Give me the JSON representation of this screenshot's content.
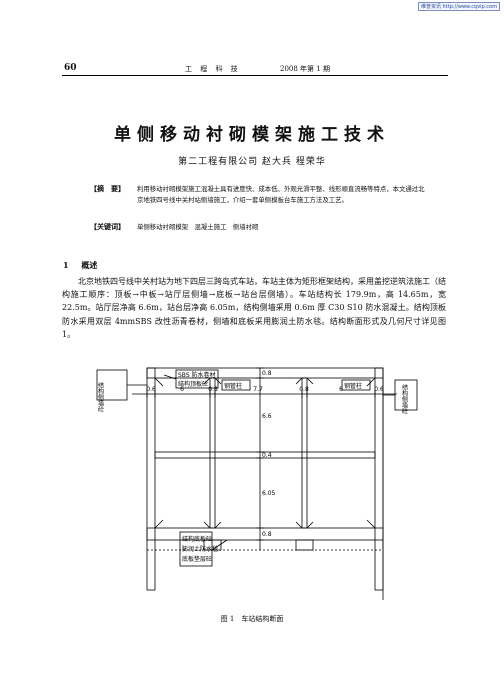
{
  "watermark": "维普资讯 http://www.cqvip.com",
  "header": {
    "page_number": "60",
    "journal": "工 程 科 技",
    "issue": "2008 年第 1 期"
  },
  "article": {
    "title": "单侧移动衬砌模架施工技术",
    "authors": "第二工程有限公司   赵大兵   程荣华",
    "abstract_label": "【摘　要】",
    "abstract_text": "利用移动衬砌模架施工混凝土具有进度快、成本低、外观光滑平整、线形顺直流畅等特点，本文通过北京地铁四号线中关村站侧墙施工，介绍一套单侧模板台车施工方法及工艺。",
    "keywords_label": "【关键词】",
    "keywords_text": "单侧移动衬砌模架　混凝土施工　侧墙衬砌",
    "section_number": "1",
    "section_title": "概述",
    "body_text": "北京地铁四号线中关村站为地下四层三跨岛式车站，车站主体为矩形框架结构，采用盖挖逆筑法施工（结构施工顺序：顶板→中板→站厅层侧墙→底板→站台层侧墙）。车站结构长 179.9m，高 14.65m，宽 22.5m。站厅层净高 6.6m，站台层净高 6.05m，结构侧墙采用 0.6m 厚 C30 S10 防水混凝土。结构顶板防水采用双层 4mmSBS 改性沥青卷材，侧墙和底板采用膨润土防水毯。结构断面形式及几何尺寸详见图 1。"
  },
  "figure": {
    "caption": "图 1　车站结构断面",
    "labels": {
      "top_callout_1": "SBS 防水卷材",
      "top_callout_2": "结构顶板砼",
      "pipe_column_left": "钢管柱",
      "pipe_column_right": "钢管柱",
      "left_wall": "结构侧墙砼",
      "right_wall": "结构侧墙砼",
      "bottom_callout_1": "结构底板砼",
      "bottom_callout_2": "膨润土防水毯",
      "bottom_callout_3": "底板垫层砼"
    },
    "horizontal_dims": [
      "0.6",
      "6",
      "0.8",
      "7.7",
      "0.8",
      "6",
      "0.6"
    ],
    "vertical_dims": [
      "0.8",
      "6.6",
      "0.4",
      "6.05",
      "0.8"
    ]
  }
}
